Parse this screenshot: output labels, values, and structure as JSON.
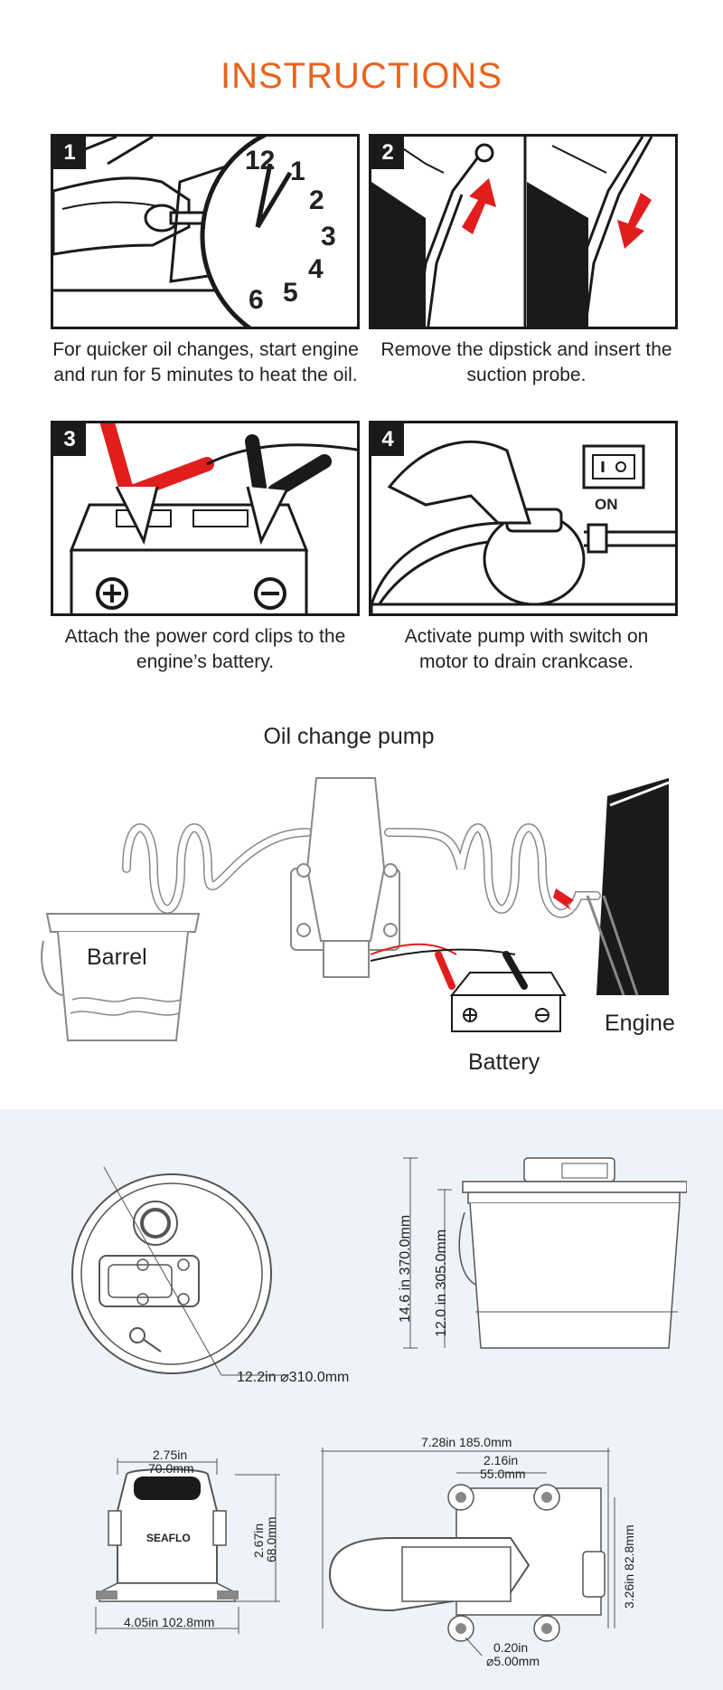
{
  "header": {
    "title": "INSTRUCTIONS"
  },
  "steps": [
    {
      "number": "1",
      "caption": "For quicker oil changes, start engine and run for 5 minutes to heat the oil."
    },
    {
      "number": "2",
      "caption": "Remove the dipstick and insert the suction probe."
    },
    {
      "number": "3",
      "caption": "Attach the power cord clips to the engine’s battery."
    },
    {
      "number": "4",
      "caption": "Activate pump with switch on motor to drain crankcase."
    }
  ],
  "step1_clock_numbers": [
    "12",
    "1",
    "2",
    "3",
    "4",
    "5",
    "6"
  ],
  "step4_switch_label": "ON",
  "diagram": {
    "title": "Oil change pump",
    "barrel_label": "Barrel",
    "engine_label": "Engine",
    "battery_label": "Battery"
  },
  "dimensions": {
    "barrel_diameter": "12.2in   ⌀310.0mm",
    "total_height": "14.6 in  370.0mm",
    "barrel_height": "12.0 in  305.0mm",
    "pump_front_width_top": "2.75in",
    "pump_front_width_top_mm": "70.0mm",
    "pump_front_height": "2.67in",
    "pump_front_height_mm": "68.0mm",
    "pump_front_width_bottom": "4.05in   102.8mm",
    "pump_top_length": "7.28in   185.0mm",
    "pump_top_mount": "2.16in",
    "pump_top_mount_mm": "55.0mm",
    "pump_top_height": "3.26in   82.8mm",
    "pump_hole": "0.20in",
    "pump_hole_mm": "⌀5.00mm",
    "brand_mark": "SEAFLO"
  },
  "colors": {
    "accent": "#e8631c",
    "red": "#e11d1d",
    "ink": "#1a1a1a",
    "spec_bg": "#eef2f9"
  }
}
